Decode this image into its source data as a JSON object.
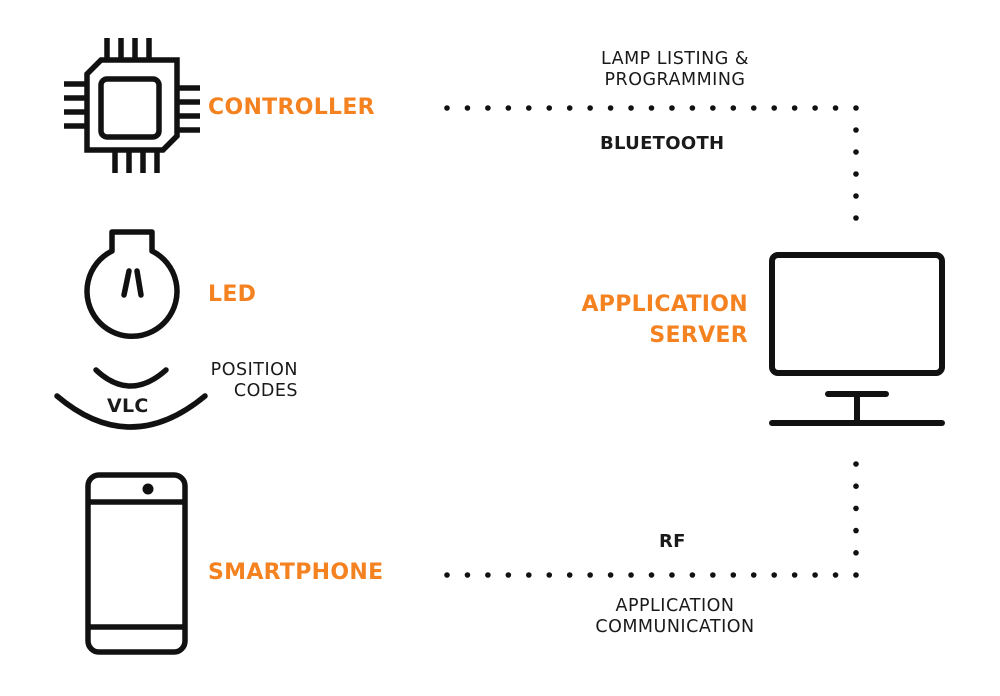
{
  "colors": {
    "accent": "#f58220",
    "ink": "#1a1a1a",
    "background": "#ffffff"
  },
  "nodes": {
    "controller": {
      "label": "CONTROLLER",
      "icon": "microchip-icon"
    },
    "led": {
      "label": "LED",
      "icon": "light-bulb-icon"
    },
    "vlc": {
      "label": "VLC",
      "icon": "signal-waves-icon",
      "caption_line1": "POSITION",
      "caption_line2": "CODES"
    },
    "smartphone": {
      "label": "SMARTPHONE",
      "icon": "smartphone-icon"
    },
    "server": {
      "label_line1": "APPLICATION",
      "label_line2": "SERVER",
      "icon": "monitor-icon"
    }
  },
  "links": {
    "top": {
      "from": "controller",
      "to": "server",
      "caption_line1": "LAMP LISTING &",
      "caption_line2": "PROGRAMMING",
      "protocol": "BLUETOOTH"
    },
    "bottom": {
      "from": "smartphone",
      "to": "server",
      "protocol": "RF",
      "caption_line1": "APPLICATION",
      "caption_line2": "COMMUNICATION"
    }
  }
}
